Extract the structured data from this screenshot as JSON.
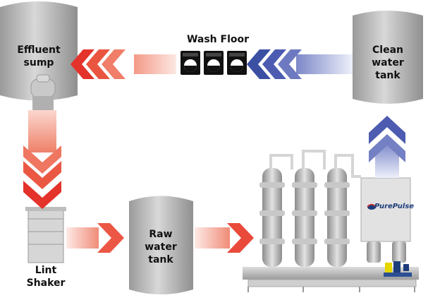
{
  "labels": {
    "wash_floor": "Wash Floor",
    "effluent_sump": [
      "Effluent",
      "sump"
    ],
    "clean_water_tank": [
      "Clean",
      "water",
      "tank"
    ],
    "raw_water_tank": [
      "Raw",
      "water",
      "tank"
    ],
    "lint_shaker": [
      "Lint",
      "Shaker"
    ]
  },
  "brand": {
    "name": "PurePulse",
    "icon": "pure-pulse-logo-icon"
  },
  "colors": {
    "warm_arrow": "#e8302a",
    "cool_arrow": "#3b4fa3",
    "tank_gray": "#b8b8b8",
    "machine_black": "#111111"
  },
  "icons": [
    "washing-machine-icon",
    "washing-machine-icon",
    "washing-machine-icon"
  ]
}
